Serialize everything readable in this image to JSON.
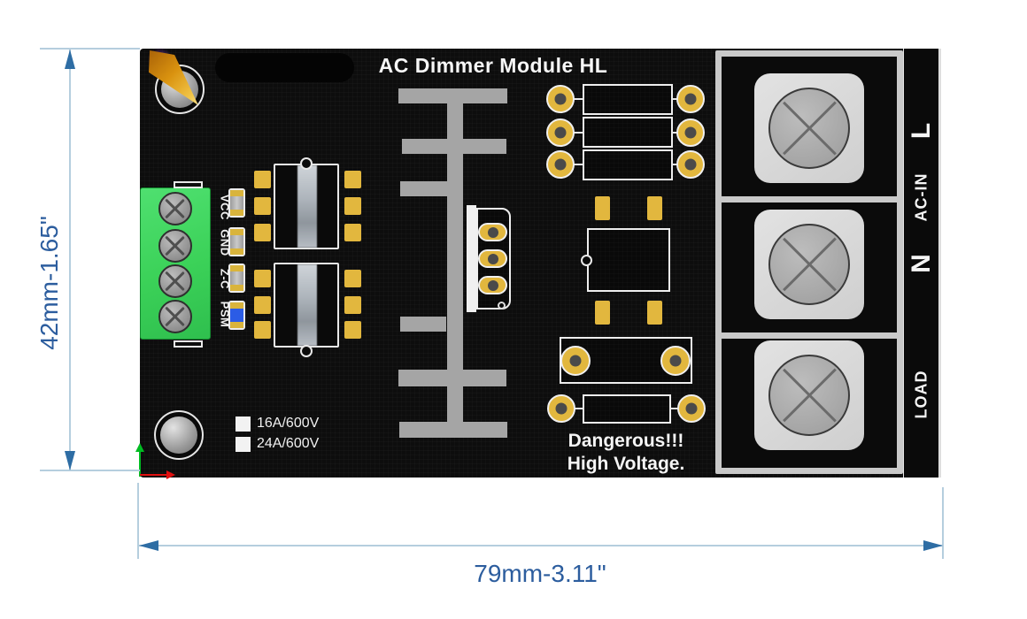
{
  "board": {
    "title": "AC Dimmer Module HL",
    "warning": {
      "line1": "Dangerous!!!",
      "line2": "High Voltage."
    },
    "ratings": [
      "16A/600V",
      "24A/600V"
    ],
    "control_pins": [
      "VCC",
      "GND",
      "Z-C",
      "PSM"
    ],
    "ac_terminals": {
      "line": "L",
      "group": "AC-IN",
      "neutral": "N",
      "load": "LOAD"
    }
  },
  "dimensions": {
    "height_label": "42mm-1.65\"",
    "width_label": "79mm-3.11\""
  },
  "colors": {
    "pcb_black": "#0d0d0d",
    "silkscreen_white": "#f2f2f2",
    "pad_gold": "#e2b73e",
    "connector_green": "#3bd158",
    "heatsink_gray": "#a5a5a5",
    "terminal_gray": "#c9c9c9",
    "dimension_text_blue": "#2c5d9e",
    "dimension_line_blue": "#b5cede",
    "psm_component_blue": "#2b5ce6"
  }
}
